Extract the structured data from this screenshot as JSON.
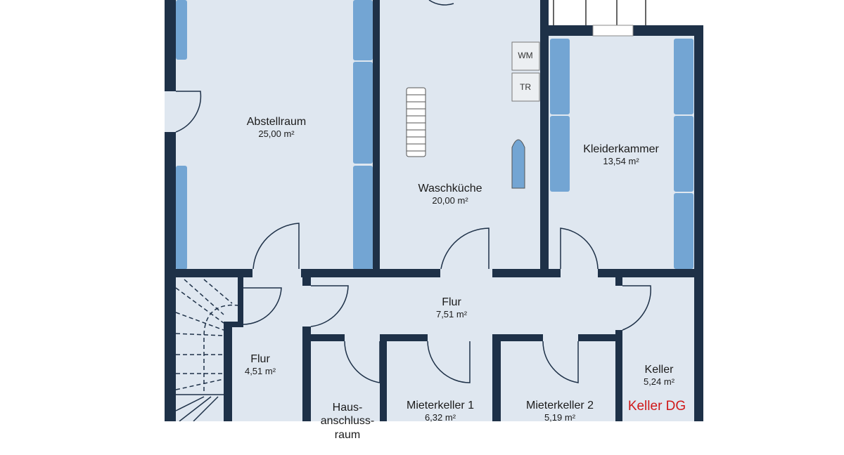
{
  "plan": {
    "colors": {
      "wall": "#1e3148",
      "floor": "#dfe7f0",
      "radiator": "#73a5d3",
      "label_red": "#d01818"
    },
    "rooms": [
      {
        "name": "Abstellraum",
        "area": "25,00 m²"
      },
      {
        "name": "Waschküche",
        "area": "20,00 m²"
      },
      {
        "name": "Kleiderkammer",
        "area": "13,54 m²"
      },
      {
        "name": "Flur",
        "area": "7,51 m²"
      },
      {
        "name": "Flur",
        "area": "4,51 m²"
      },
      {
        "name": "Keller",
        "area": "5,24 m²"
      },
      {
        "name": "Haus-\nanschluss-\nraum",
        "area": ""
      },
      {
        "name": "Mieterkeller 1",
        "area": "6,32 m²"
      },
      {
        "name": "Mieterkeller 2",
        "area": "5,19 m²"
      }
    ],
    "appliances": {
      "washer": "WM",
      "dryer": "TR"
    },
    "floor_label": "Keller DG"
  }
}
